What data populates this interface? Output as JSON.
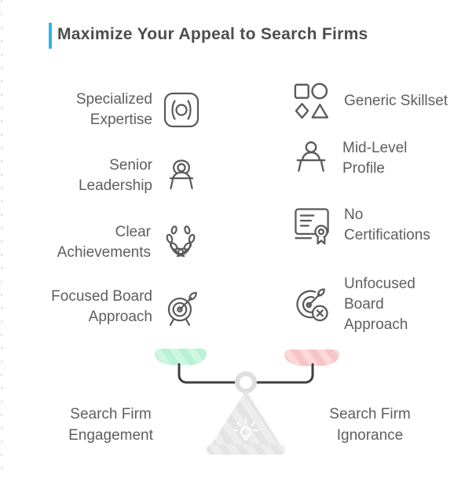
{
  "title": {
    "text": "Maximize Your Appeal to Search Firms"
  },
  "colors": {
    "accent": "#2bb7ea",
    "title_text": "#4d4d4d",
    "body_text": "#5e5e5e",
    "icon_stroke": "#5a5a5a",
    "pan_positive_green": "#b6f2d3",
    "pan_negative_pink": "#f9c4c7",
    "pedestal_gray": "#e4e4e4",
    "beam_dark": "#3f3f3f"
  },
  "left_column": {
    "items": [
      {
        "label": "Specialized\nExpertise",
        "icon": "focus-lens-icon"
      },
      {
        "label": "Senior\nLeadership",
        "icon": "speaker-at-podium-icon"
      },
      {
        "label": "Clear\nAchievements",
        "icon": "laurel-wreath-icon"
      },
      {
        "label": "Focused Board\nApproach",
        "icon": "dart-target-icon"
      }
    ]
  },
  "right_column": {
    "items": [
      {
        "label": "Generic Skillset",
        "icon": "basic-shapes-icon"
      },
      {
        "label": "Mid-Level\nProfile",
        "icon": "person-at-podium-icon"
      },
      {
        "label": "No\nCertifications",
        "icon": "certificate-ribbon-icon"
      },
      {
        "label": "Unfocused\nBoard\nApproach",
        "icon": "missed-target-icon"
      }
    ]
  },
  "scale": {
    "left_label": "Search Firm\nEngagement",
    "right_label": "Search Firm\nIgnorance"
  }
}
